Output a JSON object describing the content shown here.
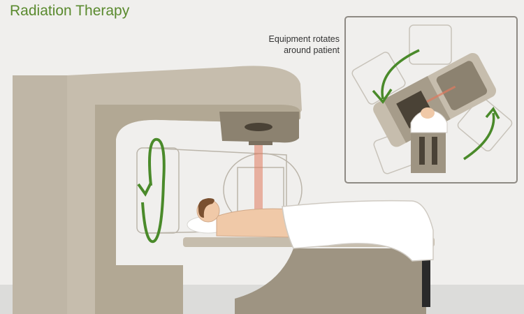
{
  "title": "Radiation Therapy",
  "caption": {
    "line1": "Equipment rotates",
    "line2": "around patient"
  },
  "colors": {
    "title_green": "#5a8a2e",
    "arrow_green": "#4a8a2a",
    "machine_tan": "#bfb6a6",
    "machine_dark": "#a69c8a",
    "machine_shadow": "#8c8270",
    "floor": "#dcdcda",
    "beam": "#e07a5f",
    "skin": "#f0c9a8",
    "hair": "#7a5030",
    "sheet": "#ffffff"
  },
  "icons": [
    "rotation-arrow-icon",
    "radiation-beam-icon"
  ]
}
